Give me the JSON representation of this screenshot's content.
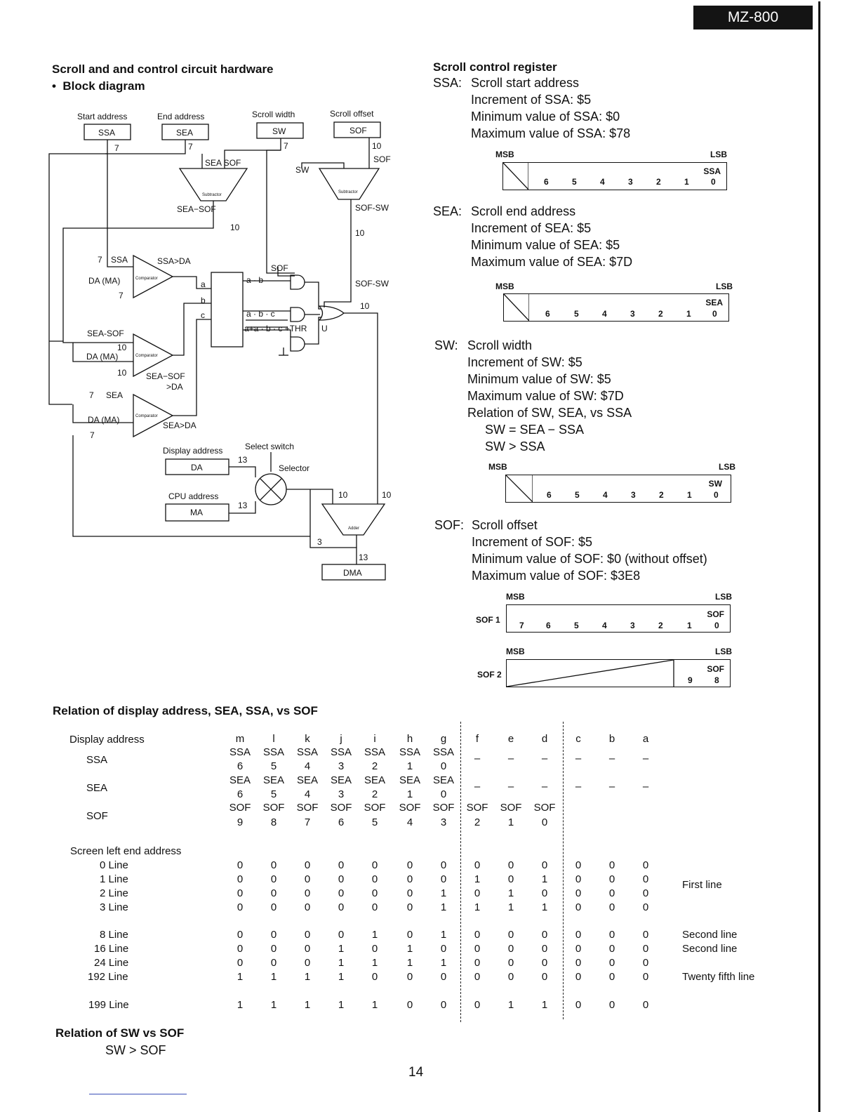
{
  "header": {
    "model": "MZ-800"
  },
  "left": {
    "title": "Scroll and and control circuit hardware",
    "subtitle": "Block diagram",
    "bullet": "•"
  },
  "diagram": {
    "labels": {
      "start_address": "Start address",
      "end_address": "End address",
      "scroll_width": "Scroll width",
      "scroll_offset": "Scroll offset",
      "ssa": "SSA",
      "sea": "SEA",
      "sw": "SW",
      "sof": "SOF",
      "seven": "7",
      "ten": "10",
      "three": "3",
      "thirteen": "13",
      "sea_sof_in": "SEA SOF",
      "sof_in": "SOF",
      "sw_in": "SW",
      "subtractor": "Subtractor",
      "sea_minus_sof": "SEA−SOF",
      "sof_sw": "SOF-SW",
      "sof_label": "SOF",
      "ssa_in": "SSA",
      "ssa_gt_da": "SSA>DA",
      "da_ma": "DA (MA)",
      "comparator": "Comparator",
      "sea_sof": "SEA-SOF",
      "sea_minus_sof_gt": "SEA−SOF",
      "gt_da": ">DA",
      "sea_in": "SEA",
      "sea_gt_da": "SEA>DA",
      "a": "a",
      "b": "b",
      "c": "c",
      "a_b": "a · b",
      "a_b_c": "a · b · c",
      "combo": "a+a · b · c +THR",
      "u": "U",
      "display_address": "Display address",
      "select_switch": "Select switch",
      "selector": "Selector",
      "da": "DA",
      "cpu_address": "CPU address",
      "ma": "MA",
      "adder": "Adder",
      "dma": "DMA"
    }
  },
  "registers": {
    "title": "Scroll control register",
    "msb": "MSB",
    "lsb": "LSB",
    "ssa": {
      "tag": "SSA:",
      "name": "Scroll start address",
      "lines": [
        "Increment of SSA:  $5",
        "Minimum value of SSA:  $0",
        "Maximum value of SSA:  $78"
      ],
      "box_label": "SSA",
      "bits": [
        "6",
        "5",
        "4",
        "3",
        "2",
        "1",
        "0"
      ]
    },
    "sea": {
      "tag": "SEA:",
      "name": "Scroll end address",
      "lines": [
        "Increment of SEA:  $5",
        "Minimum value of SEA:  $5",
        "Maximum value of SEA:  $7D"
      ],
      "box_label": "SEA",
      "bits": [
        "6",
        "5",
        "4",
        "3",
        "2",
        "1",
        "0"
      ]
    },
    "sw": {
      "tag": "SW:",
      "name": "Scroll width",
      "lines": [
        "Increment of SW:  $5",
        "Minimum value of SW:  $5",
        "Maximum value of SW:  $7D",
        "Relation of SW, SEA, vs SSA"
      ],
      "relations": [
        "SW = SEA − SSA",
        "SW > SSA"
      ],
      "box_label": "SW",
      "bits": [
        "6",
        "5",
        "4",
        "3",
        "2",
        "1",
        "0"
      ]
    },
    "sof": {
      "tag": "SOF:",
      "name": "Scroll offset",
      "lines": [
        "Increment of SOF:  $5",
        "Minimum value of SOF:  $0 (without offset)",
        "Maximum value of SOF:  $3E8"
      ],
      "sof1": {
        "name": "SOF 1",
        "box_label": "SOF",
        "bits": [
          "7",
          "6",
          "5",
          "4",
          "3",
          "2",
          "1",
          "0"
        ]
      },
      "sof2": {
        "name": "SOF 2",
        "box_label": "SOF",
        "bits": [
          "9",
          "8"
        ]
      }
    }
  },
  "relation_table": {
    "title": "Relation of display address, SEA, SSA, vs SOF",
    "row_labels": {
      "display_address": "Display address",
      "ssa": "SSA",
      "sea": "SEA",
      "sof": "SOF",
      "screen_left": "Screen left end address"
    },
    "columns": [
      "m",
      "l",
      "k",
      "j",
      "i",
      "h",
      "g",
      "f",
      "e",
      "d",
      "c",
      "b",
      "a"
    ],
    "ssa_row": {
      "top": [
        "SSA",
        "SSA",
        "SSA",
        "SSA",
        "SSA",
        "SSA",
        "SSA",
        "–",
        "–",
        "–",
        "–",
        "–",
        "–"
      ],
      "bottom": [
        "6",
        "5",
        "4",
        "3",
        "2",
        "1",
        "0",
        "",
        "",
        "",
        "",
        "",
        ""
      ]
    },
    "sea_row": {
      "top": [
        "SEA",
        "SEA",
        "SEA",
        "SEA",
        "SEA",
        "SEA",
        "SEA",
        "–",
        "–",
        "–",
        "–",
        "–",
        "–"
      ],
      "bottom": [
        "6",
        "5",
        "4",
        "3",
        "2",
        "1",
        "0",
        "",
        "",
        "",
        "",
        "",
        ""
      ]
    },
    "sof_row": {
      "top": [
        "SOF",
        "SOF",
        "SOF",
        "SOF",
        "SOF",
        "SOF",
        "SOF",
        "SOF",
        "SOF",
        "SOF",
        "",
        "",
        ""
      ],
      "bottom": [
        "9",
        "8",
        "7",
        "6",
        "5",
        "4",
        "3",
        "2",
        "1",
        "0",
        "",
        "",
        ""
      ]
    },
    "lines": [
      {
        "label": "0 Line",
        "values": [
          "0",
          "0",
          "0",
          "0",
          "0",
          "0",
          "0",
          "0",
          "0",
          "0",
          "0",
          "0",
          "0"
        ],
        "note": ""
      },
      {
        "label": "1 Line",
        "values": [
          "0",
          "0",
          "0",
          "0",
          "0",
          "0",
          "0",
          "1",
          "0",
          "1",
          "0",
          "0",
          "0"
        ],
        "note": "First line"
      },
      {
        "label": "2 Line",
        "values": [
          "0",
          "0",
          "0",
          "0",
          "0",
          "0",
          "1",
          "0",
          "1",
          "0",
          "0",
          "0",
          "0"
        ],
        "note": ""
      },
      {
        "label": "3 Line",
        "values": [
          "0",
          "0",
          "0",
          "0",
          "0",
          "0",
          "1",
          "1",
          "1",
          "1",
          "0",
          "0",
          "0"
        ],
        "note": ""
      },
      {
        "label": "8 Line",
        "values": [
          "0",
          "0",
          "0",
          "0",
          "1",
          "0",
          "1",
          "0",
          "0",
          "0",
          "0",
          "0",
          "0"
        ],
        "note": "Second line"
      },
      {
        "label": "16 Line",
        "values": [
          "0",
          "0",
          "0",
          "1",
          "0",
          "1",
          "0",
          "0",
          "0",
          "0",
          "0",
          "0",
          "0"
        ],
        "note": "Second line"
      },
      {
        "label": "24 Line",
        "values": [
          "0",
          "0",
          "0",
          "1",
          "1",
          "1",
          "1",
          "0",
          "0",
          "0",
          "0",
          "0",
          "0"
        ],
        "note": ""
      },
      {
        "label": "192 Line",
        "values": [
          "1",
          "1",
          "1",
          "1",
          "0",
          "0",
          "0",
          "0",
          "0",
          "0",
          "0",
          "0",
          "0"
        ],
        "note": "Twenty fifth line"
      },
      {
        "label": "199 Line",
        "values": [
          "1",
          "1",
          "1",
          "1",
          "1",
          "0",
          "0",
          "0",
          "1",
          "1",
          "0",
          "0",
          "0"
        ],
        "note": ""
      }
    ]
  },
  "relation_sw": {
    "title": "Relation of SW vs SOF",
    "value": "SW > SOF"
  },
  "footer": {
    "page": "14"
  }
}
